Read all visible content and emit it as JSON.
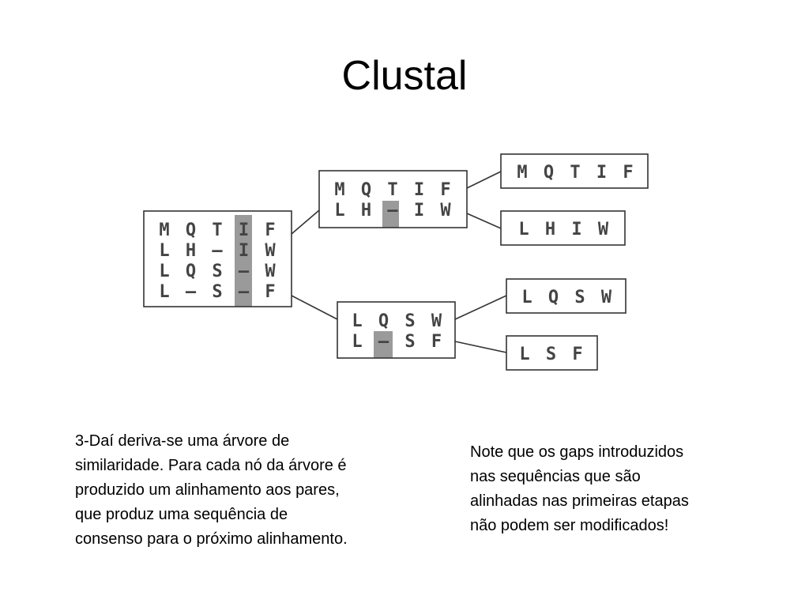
{
  "slide": {
    "title": "Clustal",
    "text_left": [
      "3-Daí deriva-se uma árvore de",
      "similaridade. Para cada nó da árvore é",
      "produzido um alinhamento aos pares,",
      "que produz uma sequência de",
      "consenso para o próximo alinhamento."
    ],
    "text_right": [
      "Note que os gaps introduzidos",
      "nas sequências que são",
      "alinhadas nas primeiras etapas",
      "não podem ser modificados!"
    ]
  },
  "tree": {
    "root": {
      "rows": [
        [
          "M",
          "Q",
          "T",
          "I",
          "F"
        ],
        [
          "L",
          "H",
          "–",
          "I",
          "W"
        ],
        [
          "L",
          "Q",
          "S",
          "–",
          "W"
        ],
        [
          "L",
          "–",
          "S",
          "–",
          "F"
        ]
      ],
      "gap_col": 3
    },
    "node_top": {
      "rows": [
        [
          "M",
          "Q",
          "T",
          "I",
          "F"
        ],
        [
          "L",
          "H",
          "–",
          "I",
          "W"
        ]
      ],
      "gap_col": 2
    },
    "node_bottom": {
      "rows": [
        [
          "L",
          "Q",
          "S",
          "W"
        ],
        [
          "L",
          "–",
          "S",
          "F"
        ]
      ],
      "gap_col": 1
    },
    "leaves": [
      [
        "M",
        "Q",
        "T",
        "I",
        "F"
      ],
      [
        "L",
        "H",
        "I",
        "W"
      ],
      [
        "L",
        "Q",
        "S",
        "W"
      ],
      [
        "L",
        "S",
        "F"
      ]
    ]
  },
  "colors": {
    "gap_highlight": "#9a9a9a",
    "box_border": "#333333",
    "letter": "#444444"
  }
}
